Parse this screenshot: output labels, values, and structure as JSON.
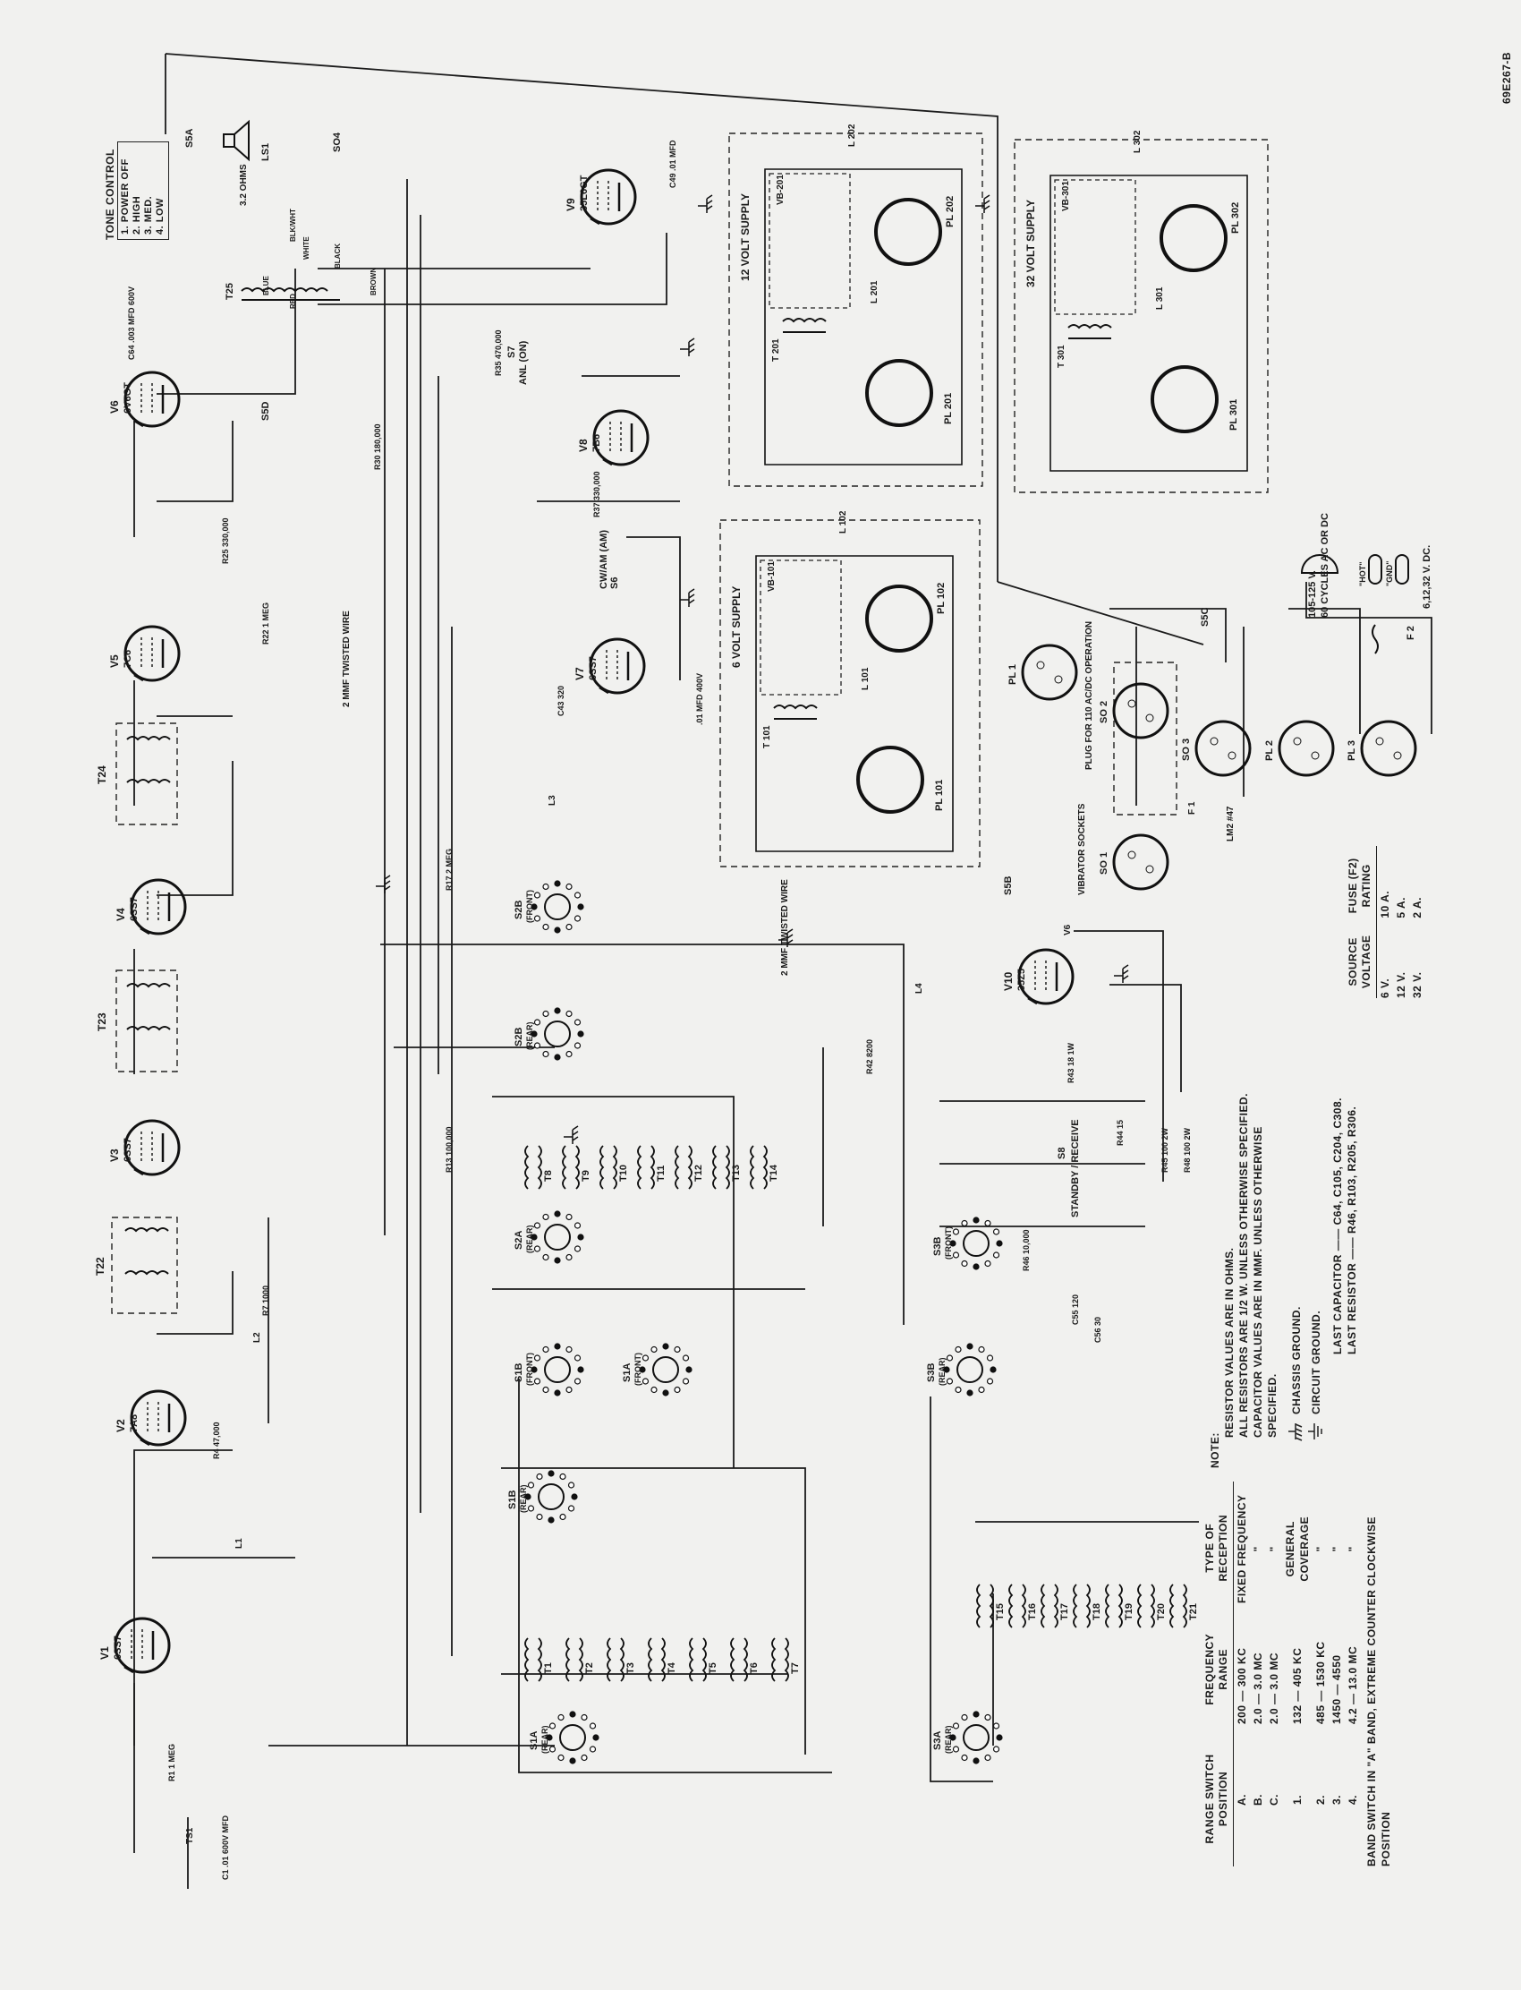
{
  "drawing_number": "69E267-B",
  "tone_control": {
    "title": "TONE CONTROL",
    "positions": [
      "1. POWER OFF",
      "2. HIGH",
      "3. MED.",
      "4. LOW"
    ]
  },
  "tubes": [
    {
      "ref": "V1",
      "type": "6SS7"
    },
    {
      "ref": "V2",
      "type": "7A8"
    },
    {
      "ref": "V3",
      "type": "6SS7"
    },
    {
      "ref": "V4",
      "type": "6SS7"
    },
    {
      "ref": "V5",
      "type": "7C6"
    },
    {
      "ref": "V6",
      "type": "6V6GT"
    },
    {
      "ref": "V7",
      "type": "6SS7"
    },
    {
      "ref": "V8",
      "type": "7B6"
    },
    {
      "ref": "V9",
      "type": "35L6GT"
    },
    {
      "ref": "V10",
      "type": "35Z5"
    }
  ],
  "transformers": [
    "T22",
    "T23",
    "T24",
    "T25"
  ],
  "switches": [
    {
      "ref": "S1A",
      "pos": "(REAR)"
    },
    {
      "ref": "S1B",
      "pos": "(REAR)"
    },
    {
      "ref": "S1B",
      "pos": "(FRONT)"
    },
    {
      "ref": "S1A",
      "pos": "(FRONT)"
    },
    {
      "ref": "S2A",
      "pos": "(REAR)"
    },
    {
      "ref": "S2B",
      "pos": "(REAR)"
    },
    {
      "ref": "S2B",
      "pos": "(FRONT)"
    },
    {
      "ref": "S3A",
      "pos": "(REAR)"
    },
    {
      "ref": "S3B",
      "pos": "(REAR)"
    },
    {
      "ref": "S3B",
      "pos": "(FRONT)"
    }
  ],
  "coils": {
    "bank1": [
      "T1",
      "T2",
      "T3",
      "T4",
      "T5",
      "T6",
      "T7"
    ],
    "bank2": [
      "T8",
      "T9",
      "T10",
      "T11",
      "T12",
      "T13",
      "T14"
    ],
    "bank3": [
      "T15",
      "T16",
      "T17",
      "T18",
      "T19",
      "T20",
      "T21"
    ]
  },
  "supplies": [
    {
      "title": "12 VOLT SUPPLY",
      "vibrator": "VB-201",
      "plug_a": "PL 202",
      "plug_b": "PL 201",
      "trans": "T 201",
      "choke": "L 201",
      "choke2": "L 202"
    },
    {
      "title": "32 VOLT SUPPLY",
      "vibrator": "VB-301",
      "plug_a": "PL 302",
      "plug_b": "PL 301",
      "trans": "T 301",
      "choke": "L 301",
      "choke2": "L 302"
    },
    {
      "title": "6 VOLT SUPPLY",
      "vibrator": "VB-101",
      "plug_a": "PL 102",
      "plug_b": "PL 101",
      "trans": "T 101",
      "choke": "L 101",
      "choke2": "L 102"
    }
  ],
  "connectors": {
    "pl1": "PL 1",
    "so2": "SO 2",
    "so3": "SO 3",
    "so1": "SO 1",
    "vibrator_sockets": "VIBRATOR SOCKETS",
    "plug_note": "PLUG FOR 110 AC/DC OPERATION",
    "pl2": "PL 2",
    "pl3": "PL 3",
    "f2": "F 2",
    "f1": "F 1",
    "lm2": "LM2 #47",
    "hot": "\"HOT\"",
    "gnd": "\"GND\"",
    "v6": "V6"
  },
  "power": {
    "ac": "105-125 V.",
    "ac2": "60 CYCLES AC OR DC",
    "dc": "6,12,32 V. DC."
  },
  "switch_labels": {
    "s7": "S7",
    "anl": "ANL (ON)",
    "s6": "S6",
    "cwam": "CW/AM (AM)",
    "s8": "S8",
    "standby": "STANDBY / RECEIVE",
    "s5a": "S5A",
    "s5b": "S5B",
    "s5c": "S5C",
    "s5d": "S5D"
  },
  "speaker": {
    "ref": "LS1",
    "ohms": "3.2 OHMS",
    "socket": "SO4"
  },
  "t25_leads": [
    "BLUE",
    "RED",
    "BROWN",
    "BLACK",
    "WHITE",
    "BLK/WHT"
  ],
  "misc": {
    "l1": "L1",
    "l2": "L2",
    "l3": "L3",
    "l4": "L4",
    "ts1": "TS1",
    "twisted1": "2 MMF TWISTED WIRE",
    "twisted2": "2 MMF TWISTED WIRE"
  },
  "values": {
    "r1": "R1 1 MEG",
    "r4": "R4 47,000",
    "r7": "R7 1000",
    "r13": "R13 100,000",
    "r17": "R17 2 MEG",
    "r22": "R22 1 MEG",
    "r25": "R25 330,000",
    "r30": "R30 180,000",
    "r35": "R35 470,000",
    "r37": "R37 330,000",
    "r42": "R42 8200",
    "r43": "R43 18 1W",
    "r46": "R46 10,000",
    "r45": "R45 100 2W",
    "r48": "R48 100 2W",
    "r44": "R44 15",
    "c1": "C1 .01 600V MFD",
    "c43": "C43 320",
    "c45": ".01 MFD 400V",
    "c55": "C55 120",
    "c56": "C56 30",
    "c49": "C49 .01 MFD",
    "c64": "C64 .003 MFD 600V"
  },
  "notes": {
    "heading": "NOTE:",
    "lines": [
      "RESISTOR VALUES ARE IN OHMS.",
      "ALL RESISTORS ARE 1/2 W. UNLESS OTHERWISE SPECIFIED.",
      "CAPACITOR VALUES ARE IN MMF. UNLESS OTHERWISE SPECIFIED."
    ],
    "chassis": "CHASSIS GROUND.",
    "circuit": "CIRCUIT GROUND."
  },
  "last": {
    "cap_label": "LAST CAPACITOR ——",
    "cap_values": "C64, C105, C204, C308.",
    "res_label": "LAST RESISTOR ——",
    "res_values": "R46, R103, R205, R306."
  },
  "range_table": {
    "headers": [
      "RANGE SWITCH POSITION",
      "FREQUENCY RANGE",
      "TYPE OF RECEPTION"
    ],
    "rows": [
      [
        "A.",
        "200 — 300 KC",
        "FIXED FREQUENCY"
      ],
      [
        "B.",
        "2.0 — 3.0 MC",
        "\""
      ],
      [
        "C.",
        "2.0 — 3.0 MC",
        "\""
      ],
      [
        "1.",
        "132 — 405 KC",
        "GENERAL COVERAGE"
      ],
      [
        "2.",
        "485 — 1530 KC",
        "\""
      ],
      [
        "3.",
        "1450 — 4550",
        "\""
      ],
      [
        "4.",
        "4.2 — 13.0 MC",
        "\""
      ]
    ],
    "footnote": "BAND SWITCH IN \"A\" BAND, EXTREME COUNTER CLOCKWISE POSITION"
  },
  "fuse_table": {
    "headers": [
      "SOURCE VOLTAGE",
      "FUSE (F2) RATING"
    ],
    "rows": [
      [
        "6 V.",
        "10 A."
      ],
      [
        "12 V.",
        "5 A."
      ],
      [
        "32 V.",
        "2 A."
      ]
    ]
  }
}
